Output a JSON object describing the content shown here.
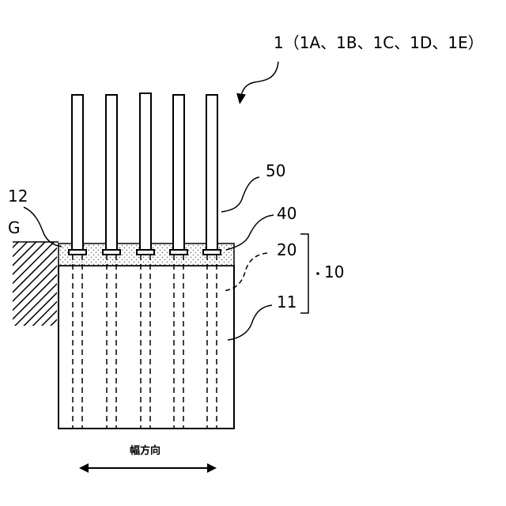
{
  "labels": {
    "title_ref": "1（1A、1B、1C、1D、1E）",
    "ref_50": "50",
    "ref_40": "40",
    "ref_20": "20",
    "ref_10": "10",
    "ref_11": "11",
    "ref_12": "12",
    "ref_g": "G",
    "width_direction": "幅方向"
  },
  "rod_count": 5
}
